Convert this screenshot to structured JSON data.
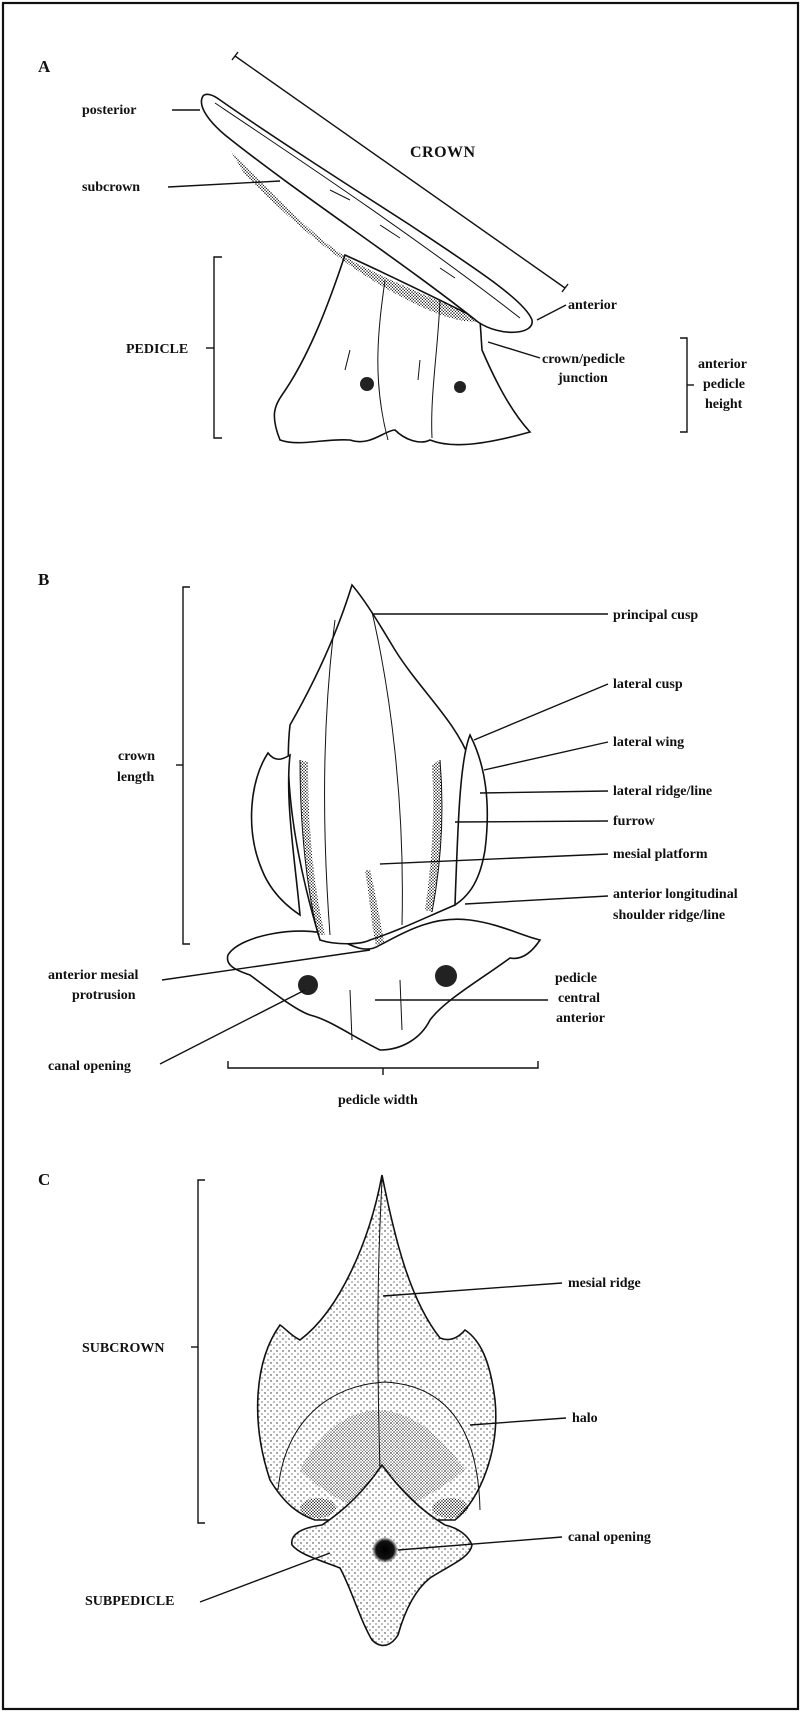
{
  "panels": {
    "a": {
      "letter": "A",
      "labels": {
        "posterior": "posterior",
        "subcrown": "subcrown",
        "crown": "CROWN",
        "pedicle": "PEDICLE",
        "anterior": "anterior",
        "junction_1": "crown/pedicle",
        "junction_2": "junction",
        "height_1": "anterior",
        "height_2": "pedicle",
        "height_3": "height"
      }
    },
    "b": {
      "letter": "B",
      "labels": {
        "principal_cusp": "principal cusp",
        "lateral_cusp": "lateral cusp",
        "lateral_wing": "lateral wing",
        "lateral_ridge": "lateral ridge/line",
        "furrow": "furrow",
        "mesial_platform": "mesial platform",
        "ant_long_1": "anterior longitudinal",
        "ant_long_2": "shoulder ridge/line",
        "crown_length_1": "crown",
        "crown_length_2": "length",
        "ant_mesial_1": "anterior mesial",
        "ant_mesial_2": "protrusion",
        "pedicle_central_1": "pedicle",
        "pedicle_central_2": "central",
        "pedicle_central_3": "anterior",
        "canal_opening": "canal opening",
        "pedicle_width": "pedicle width"
      }
    },
    "c": {
      "letter": "C",
      "labels": {
        "mesial_ridge": "mesial ridge",
        "subcrown": "SUBCROWN",
        "halo": "halo",
        "canal_opening": "canal opening",
        "subpedicle": "SUBPEDICLE"
      }
    }
  }
}
